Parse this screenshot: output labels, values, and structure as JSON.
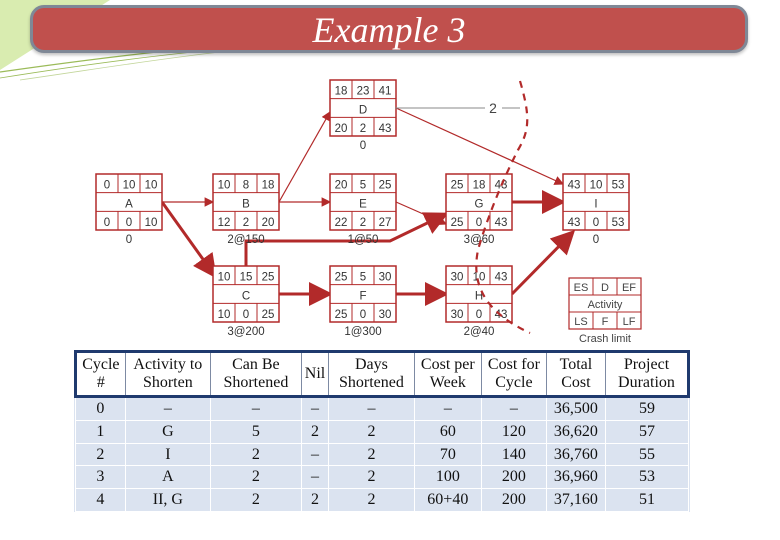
{
  "slide": {
    "title": "Example 3"
  },
  "network": {
    "activities": [
      {
        "id": "A",
        "es": "0",
        "d": "10",
        "ef": "10",
        "ls": "0",
        "f": "0",
        "lf": "10",
        "slack": "0"
      },
      {
        "id": "B",
        "es": "10",
        "d": "8",
        "ef": "18",
        "ls": "12",
        "f": "2",
        "lf": "20",
        "cost": "2@150"
      },
      {
        "id": "C",
        "es": "10",
        "d": "15",
        "ef": "25",
        "ls": "10",
        "f": "0",
        "lf": "25",
        "cost": "3@200"
      },
      {
        "id": "D",
        "es": "18",
        "d": "23",
        "ef": "41",
        "ls": "20",
        "f": "2",
        "lf": "43",
        "slack": "0"
      },
      {
        "id": "E",
        "es": "20",
        "d": "5",
        "ef": "25",
        "ls": "22",
        "f": "2",
        "lf": "27",
        "cost": "1@50"
      },
      {
        "id": "F",
        "es": "25",
        "d": "5",
        "ef": "30",
        "ls": "25",
        "f": "0",
        "lf": "30",
        "cost": "1@300"
      },
      {
        "id": "G",
        "es": "25",
        "d": "18",
        "ef": "43",
        "ls": "25",
        "f": "0",
        "lf": "43",
        "cost": "3@60"
      },
      {
        "id": "H",
        "es": "30",
        "d": "10",
        "ef": "43",
        "ls": "30",
        "f": "0",
        "lf": "43",
        "cost": "2@40"
      },
      {
        "id": "I",
        "es": "43",
        "d": "10",
        "ef": "53",
        "ls": "43",
        "f": "0",
        "lf": "53",
        "slack": "0"
      }
    ],
    "cut_label": "2",
    "legend": {
      "es": "ES",
      "d": "D",
      "ef": "EF",
      "activity": "Activity",
      "ls": "LS",
      "f": "F",
      "lf": "LF",
      "caption": "Crash limit"
    }
  },
  "table": {
    "headers": [
      "Cycle #",
      "Activity to Shorten",
      "Can Be Shortened",
      "Nil",
      "Days Shortened",
      "Cost per Week",
      "Cost for Cycle",
      "Total Cost",
      "Project Duration"
    ],
    "rows": [
      [
        "0",
        "–",
        "–",
        "–",
        "–",
        "–",
        "–",
        "36,500",
        "59"
      ],
      [
        "1",
        "G",
        "5",
        "2",
        "2",
        "60",
        "120",
        "36,620",
        "57"
      ],
      [
        "2",
        "I",
        "2",
        "–",
        "2",
        "70",
        "140",
        "36,760",
        "55"
      ],
      [
        "3",
        "A",
        "2",
        "–",
        "2",
        "100",
        "200",
        "36,960",
        "53"
      ],
      [
        "4",
        "II, G",
        "2",
        "2",
        "2",
        "60+40",
        "200",
        "37,160",
        "51"
      ]
    ]
  },
  "colors": {
    "title_bg": "#c0504d",
    "network_line": "#b22a2a",
    "table_header_border": "#1f3a6e",
    "table_body_bg": "#dbe3f0"
  }
}
